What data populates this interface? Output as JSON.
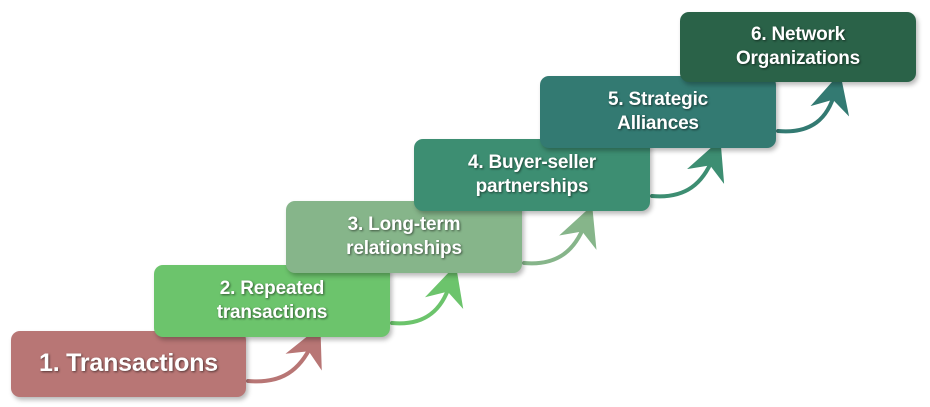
{
  "steps": [
    {
      "label": "1. Transactions",
      "color": "#b87675"
    },
    {
      "label": "2. Repeated transactions",
      "color": "#6cc46c"
    },
    {
      "label": "3. Long-term relationships",
      "color": "#86b58a"
    },
    {
      "label": "4. Buyer-seller partnerships",
      "color": "#3d8e72"
    },
    {
      "label": "5. Strategic Alliances",
      "color": "#337a72"
    },
    {
      "label": "6. Network Organizations",
      "color": "#2a6248"
    }
  ]
}
